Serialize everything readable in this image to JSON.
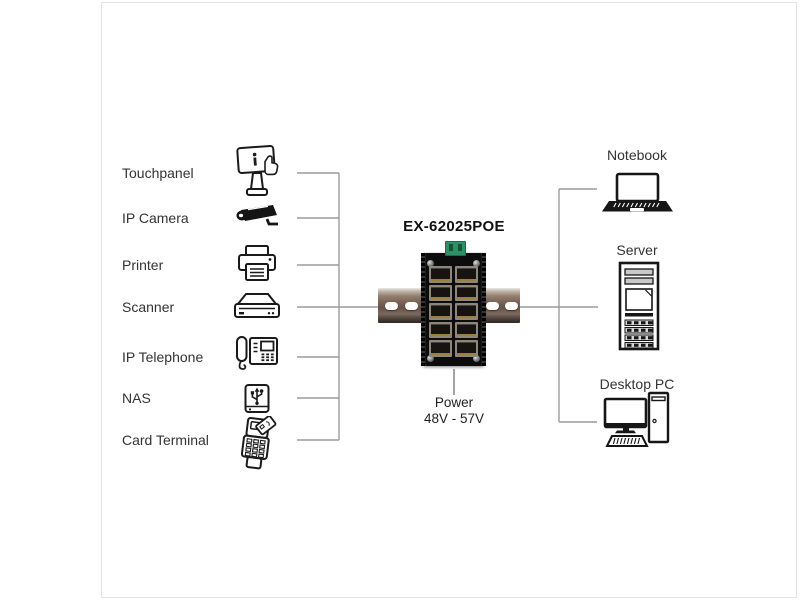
{
  "diagram": {
    "title": "EX-62025POE",
    "power": {
      "label": "Power",
      "range": "48V - 57V"
    },
    "left_devices": [
      {
        "label": "Touchpanel",
        "icon": "touchpanel-icon"
      },
      {
        "label": "IP Camera",
        "icon": "ip-camera-icon"
      },
      {
        "label": "Printer",
        "icon": "printer-icon"
      },
      {
        "label": "Scanner",
        "icon": "scanner-icon"
      },
      {
        "label": "IP Telephone",
        "icon": "ip-telephone-icon"
      },
      {
        "label": "NAS",
        "icon": "nas-icon"
      },
      {
        "label": "Card Terminal",
        "icon": "card-terminal-icon"
      }
    ],
    "right_devices": [
      {
        "label": "Notebook",
        "icon": "notebook-icon"
      },
      {
        "label": "Server",
        "icon": "server-icon"
      },
      {
        "label": "Desktop PC",
        "icon": "desktop-pc-icon"
      }
    ],
    "colors": {
      "connector_line": "#9c9c9c",
      "label_text": "#333333",
      "icon_stroke": "#1a1a1a",
      "switch_body": "#0c0c0c",
      "terminal_green": "#2e9066",
      "rail_brown": "#6b564b",
      "port_gold": "#9c7f3a"
    }
  }
}
